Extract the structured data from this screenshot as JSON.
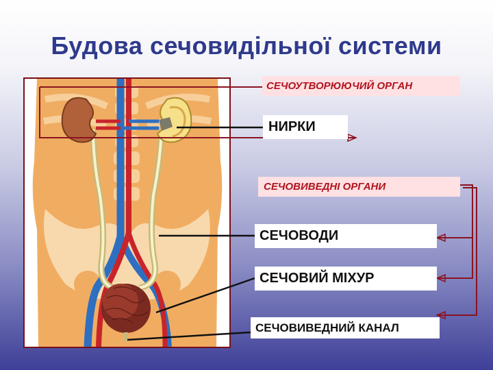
{
  "slide": {
    "title": "Будова сечовидільної системи"
  },
  "categories": {
    "forming_organ": "СЕЧОУТВОРЮЮЧИЙ ОРГАН",
    "excretory_organs": "СЕЧОВИВЕДНІ  ОРГАНИ"
  },
  "labels": {
    "kidneys": "НИРКИ",
    "ureters": "СЕЧОВОДИ",
    "bladder": "СЕЧОВИЙ МІХУР",
    "urethra": "СЕЧОВИВЕДНИЙ КАНАЛ"
  },
  "colors": {
    "title": "#2f3a8c",
    "category_text": "#b0141e",
    "category_bg": "#ffe1e3",
    "connector": "#8b1220",
    "frame": "#7a0f18"
  }
}
